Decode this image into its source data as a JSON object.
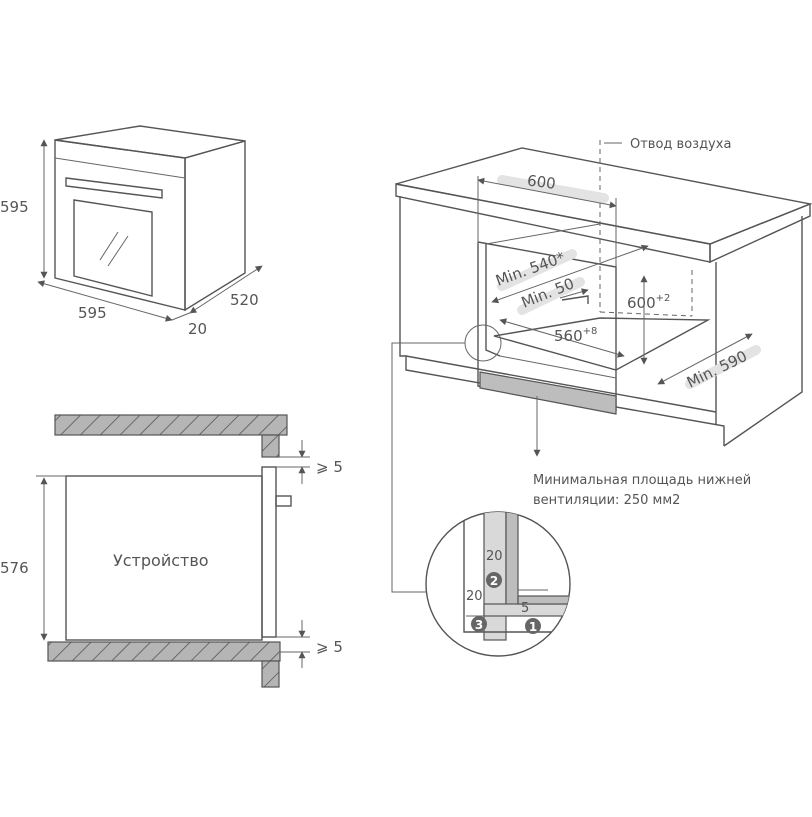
{
  "oven_view": {
    "height": "595",
    "width": "595",
    "depth": "520",
    "door_offset": "20"
  },
  "section_view": {
    "device_label": "Устройство",
    "height": "576",
    "gap_top": "⩾ 5",
    "gap_bottom": "⩾ 5"
  },
  "cabinet_view": {
    "air_outlet_label": "Отвод воздуха",
    "width": "600",
    "min_540": "Min. 540*",
    "min_50": "Min. 50",
    "height_value": "600",
    "height_tol": "+2",
    "inner_width_value": "560",
    "inner_width_tol": "+8",
    "min_590": "Min. 590",
    "ventilation_note_line1": "Минимальная площадь нижней",
    "ventilation_note_line2": "вентиляции: 250 мм2"
  },
  "detail": {
    "dim_20_top": "20",
    "dim_20_left": "20",
    "dim_5": "5",
    "marker_1": "1",
    "marker_2": "2",
    "marker_3": "3"
  },
  "colors": {
    "line": "#555555",
    "hatch_fill": "#aaaaaa",
    "shade": "#d9d9d9",
    "marker_fill": "#666666"
  }
}
